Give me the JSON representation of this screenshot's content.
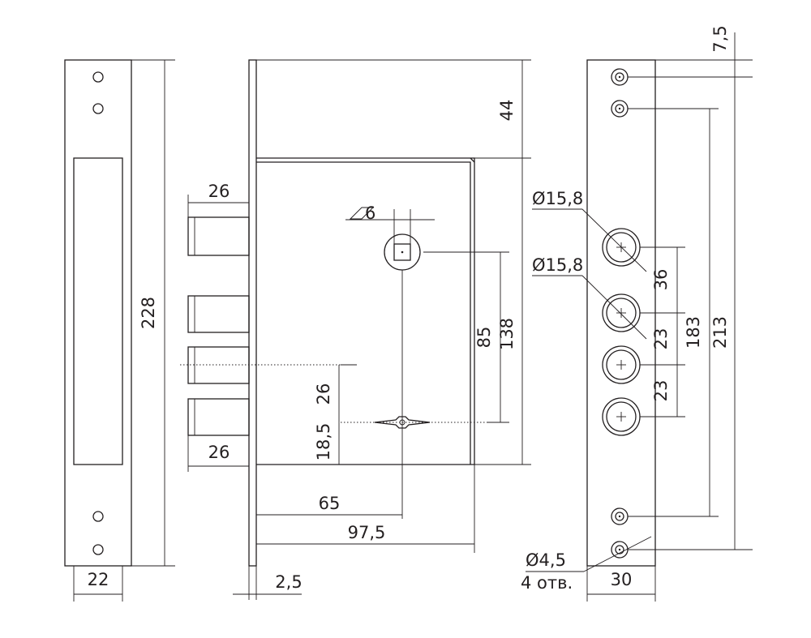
{
  "strike_plate": {
    "height_label": "228",
    "width_label": "22"
  },
  "lock_body": {
    "bolt_length_top_label": "26",
    "bolt_length_bottom_label": "26",
    "spindle_square_label": "6",
    "height_label": "138",
    "top_offset_label": "44",
    "spindle_to_key_label": "85",
    "latch_to_key_label": "26",
    "key_to_bottom_label": "18,5",
    "backset_label": "65",
    "body_depth_label": "97,5",
    "plate_thickness_label": "2,5"
  },
  "faceplate": {
    "top_margin_label": "7,5",
    "bolt_diameter_label_1": "Ø15,8",
    "bolt_diameter_label_2": "Ø15,8",
    "bolt_spacing_1_label": "36",
    "bolt_spacing_2_label": "23",
    "bolt_spacing_3_label": "23",
    "inner_holes_distance_label": "183",
    "outer_holes_distance_label": "213",
    "hole_diameter_label": "Ø4,5",
    "hole_count_label": "4 отв.",
    "width_label": "30"
  }
}
